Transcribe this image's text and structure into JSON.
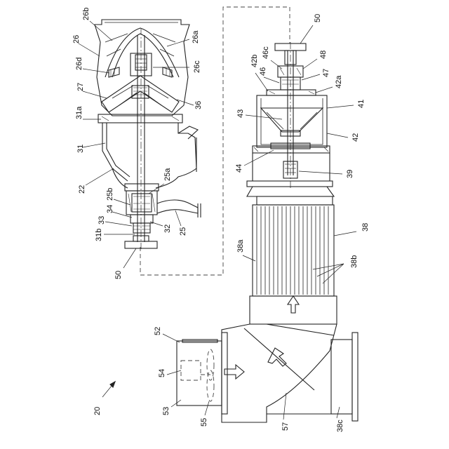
{
  "labels": {
    "l20": "20",
    "l22": "22",
    "l25": "25",
    "l25a": "25a",
    "l25b": "25b",
    "l26": "26",
    "l26a": "26a",
    "l26b": "26b",
    "l26c": "26c",
    "l26d": "26d",
    "l27": "27",
    "l31": "31",
    "l31a": "31a",
    "l31b": "31b",
    "l32": "32",
    "l33": "33",
    "l34": "34",
    "l36": "36",
    "l38": "38",
    "l38a": "38a",
    "l38b": "38b",
    "l38c": "38c",
    "l39": "39",
    "l41": "41",
    "l42": "42",
    "l42a": "42a",
    "l42b": "42b",
    "l43": "43",
    "l44": "44",
    "l46": "46",
    "l46c": "46c",
    "l47": "47",
    "l48": "48",
    "l50a": "50",
    "l50b": "50",
    "l52": "52",
    "l53": "53",
    "l54": "54",
    "l55": "55",
    "l57": "57"
  }
}
